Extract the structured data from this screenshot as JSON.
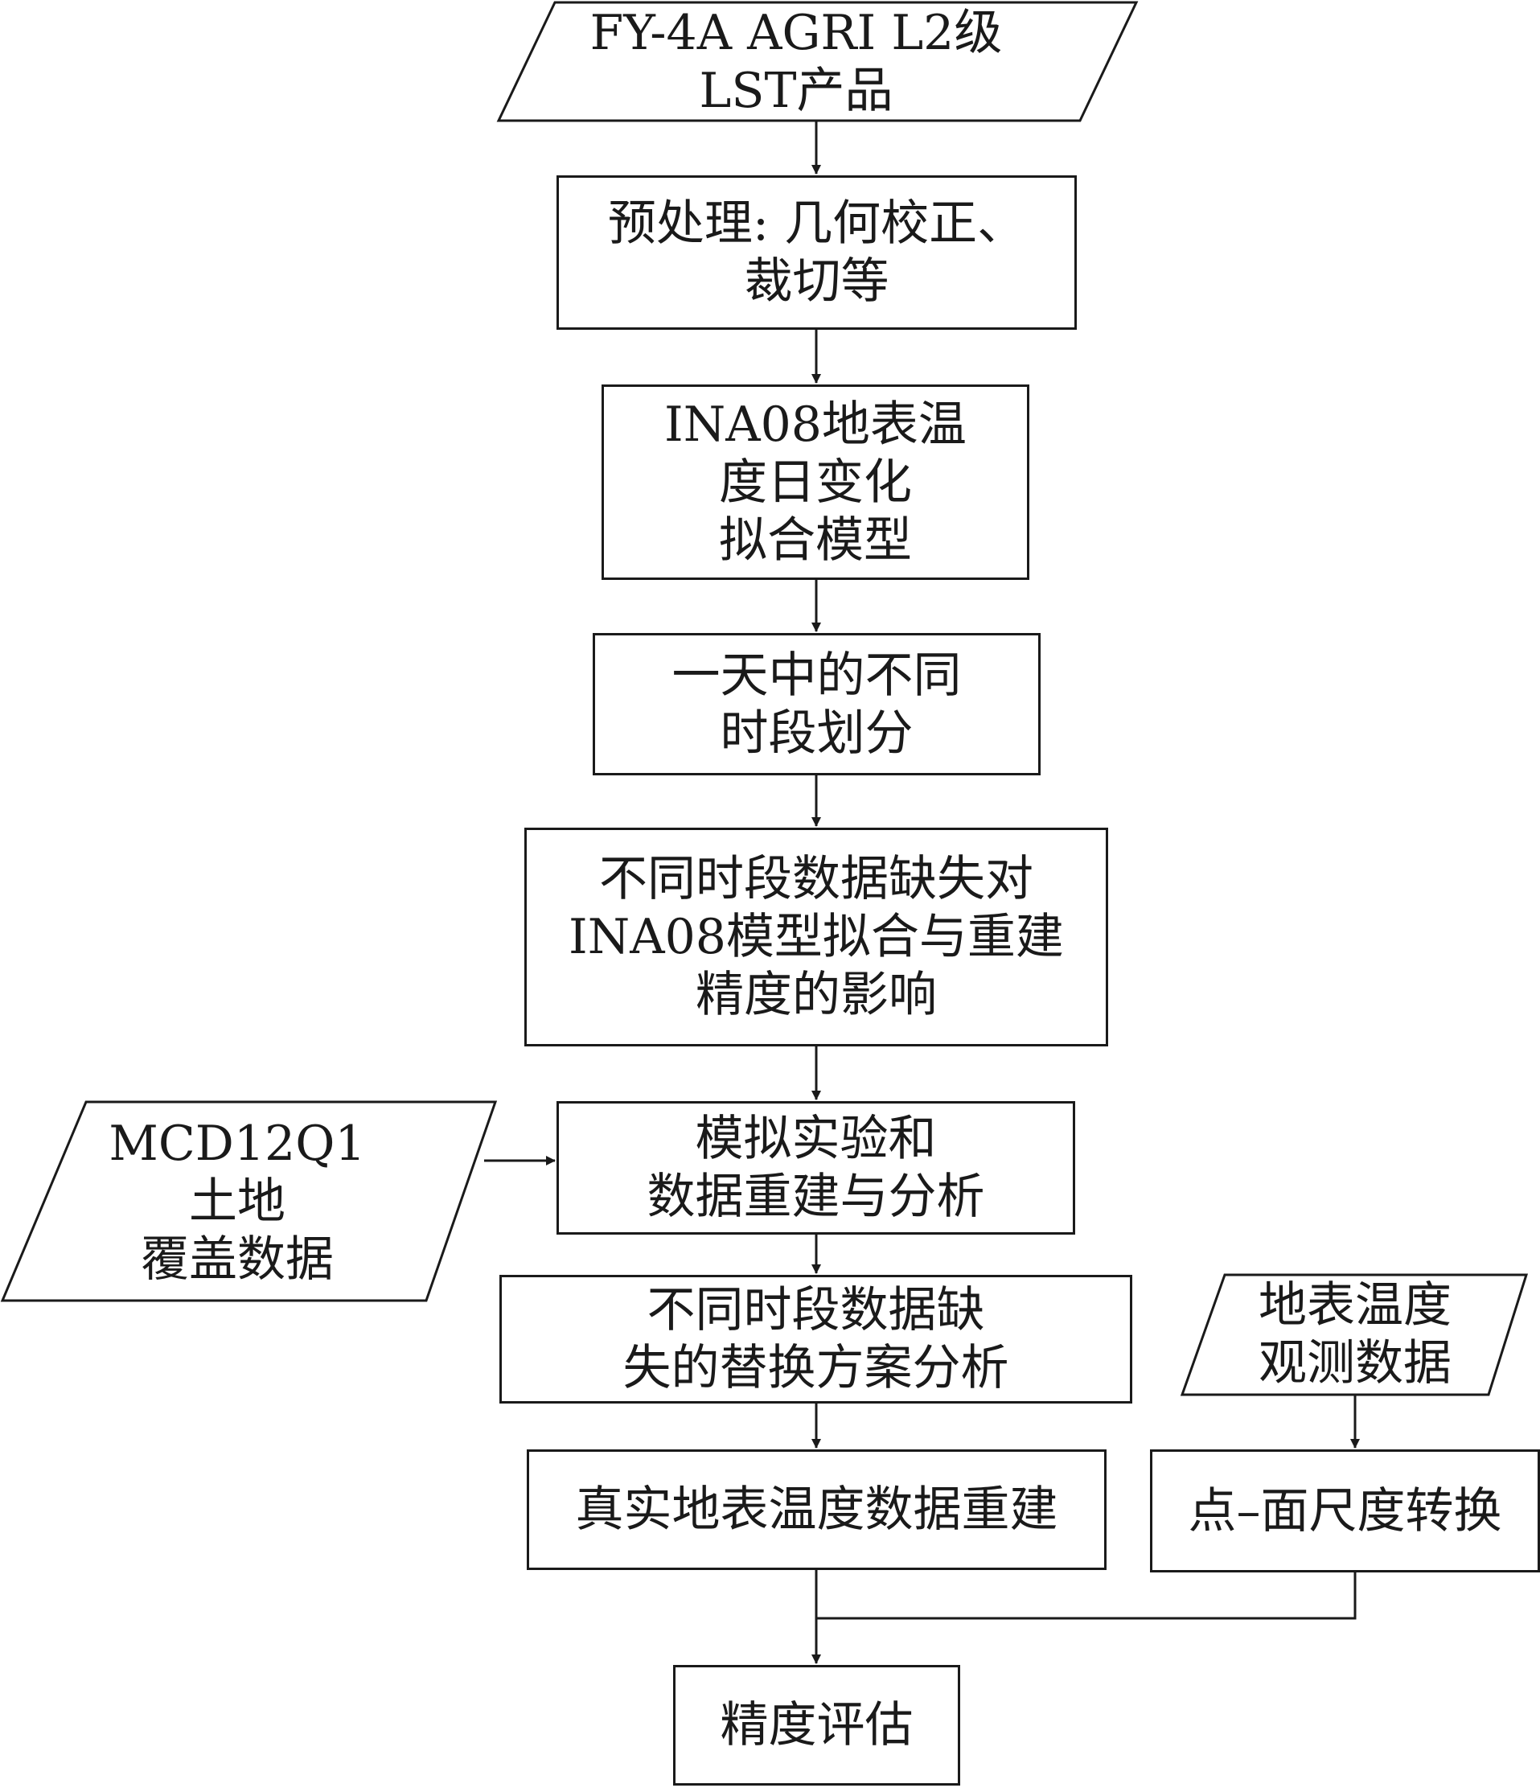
{
  "nodes": {
    "lst_product": {
      "lines": [
        "FY-4A AGRI L2级",
        "LST产品"
      ]
    },
    "preprocess": {
      "lines": [
        "预处理: 几何校正、",
        "裁切等"
      ]
    },
    "ina08_model": {
      "lines": [
        "INA08地表温",
        "度日变化",
        "拟合模型"
      ]
    },
    "time_division": {
      "lines": [
        "一天中的不同",
        "时段划分"
      ]
    },
    "missing_impact": {
      "lines": [
        "不同时段数据缺失对",
        "INA08模型拟合与重建",
        "精度的影响"
      ]
    },
    "simulation": {
      "lines": [
        "模拟实验和",
        "数据重建与分析"
      ]
    },
    "landcover": {
      "lines": [
        "MCD12Q1",
        "土地",
        "覆盖数据"
      ]
    },
    "replacement": {
      "lines": [
        "不同时段数据缺",
        "失的替换方案分析"
      ]
    },
    "ground_obs": {
      "lines": [
        "地表温度",
        "观测数据"
      ]
    },
    "real_rebuild": {
      "lines": [
        "真实地表温度数据重建"
      ]
    },
    "scale_convert": {
      "lines": [
        "点–面尺度转换"
      ]
    },
    "accuracy": {
      "lines": [
        "精度评估"
      ]
    }
  }
}
